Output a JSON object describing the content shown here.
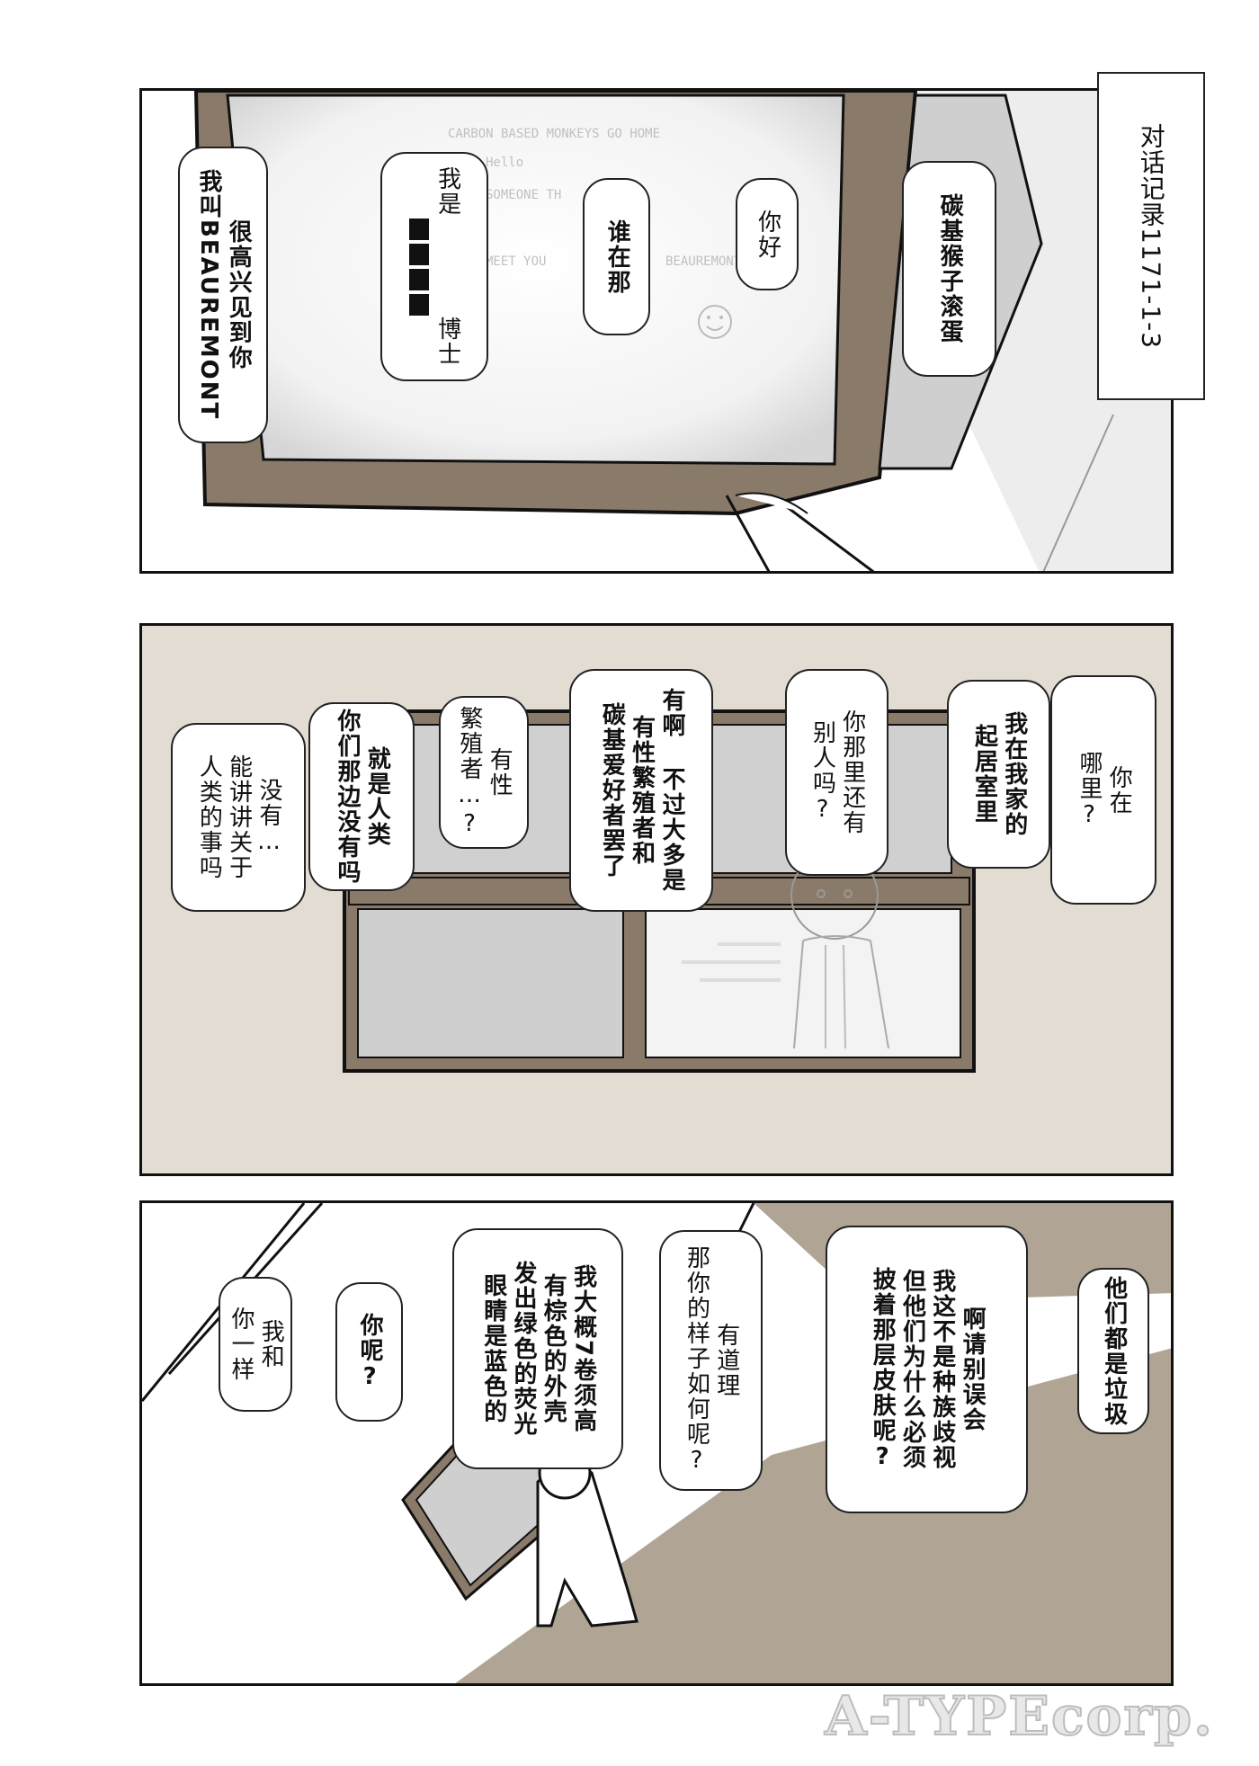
{
  "panel1": {
    "caption": "对话记录1171-1-3",
    "screen_text": [
      "CARBON BASED MONKEYS GO HOME",
      "Hello",
      "SOMEONE TH",
      "MEET YOU",
      "BEAUREMONT"
    ],
    "bubbles": {
      "b1": [
        "很高兴见到你",
        "我叫BEAUREMONT"
      ],
      "b2": [
        "我是",
        "博士"
      ],
      "b3": [
        "谁在那"
      ],
      "b4": [
        "你好"
      ],
      "b5": [
        "碳基猴子滚蛋"
      ]
    }
  },
  "panel2": {
    "bubbles": {
      "b1": [
        "没有…",
        "能讲讲关于",
        "人类的事吗"
      ],
      "b2": [
        "就是人类",
        "你们那边没有吗"
      ],
      "b3": [
        "有性",
        "繁殖者…?"
      ],
      "b4": [
        "有啊 不过大多是",
        "有性繁殖者和",
        "碳基爱好者罢了"
      ],
      "b5": [
        "你那里还有",
        "别人吗?"
      ],
      "b6": [
        "我在我家的",
        "起居室里"
      ],
      "b7": [
        "你在",
        "哪里?"
      ]
    }
  },
  "panel3": {
    "bubbles": {
      "b1": [
        "我和",
        "你一样"
      ],
      "b2": [
        "你呢?"
      ],
      "b3": [
        "我大概7卷须高",
        "有棕色的外壳",
        "发出绿色的荧光",
        "眼睛是蓝色的"
      ],
      "b4": [
        "有道理",
        "那你的样子如何呢?"
      ],
      "b5": [
        "啊请别误会",
        "我这不是种族歧视",
        "但他们为什么必须",
        "披着那层皮肤呢?"
      ],
      "b6": [
        "他们都是垃圾"
      ]
    }
  },
  "watermark": "A-TYPEcorp.",
  "colors": {
    "frame_brown": "#8a7a6a",
    "panel2_bg": "#e3dcd3",
    "floor_brown": "#b0a494",
    "ink": "#111111"
  }
}
